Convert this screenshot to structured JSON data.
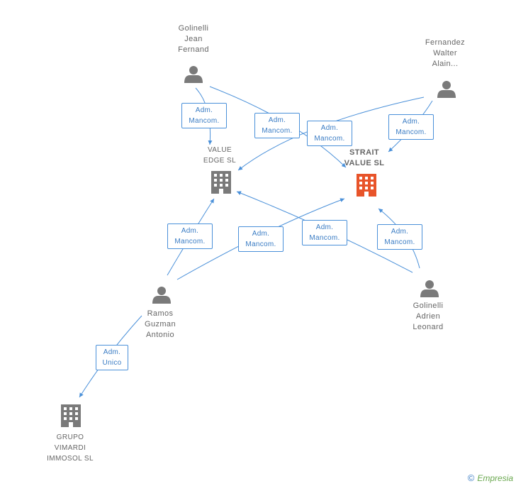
{
  "nodes": {
    "golinelli_jean": {
      "label": "Golinelli\nJean\nFernand"
    },
    "fernandez": {
      "label": "Fernandez\nWalter\nAlain..."
    },
    "value_edge": {
      "label": "VALUE\nEDGE  SL"
    },
    "strait": {
      "label": "STRAIT\nVALUE SL"
    },
    "ramos": {
      "label": "Ramos\nGuzman\nAntonio"
    },
    "golinelli_adrien": {
      "label": "Golinelli\nAdrien\nLeonard"
    },
    "grupo": {
      "label": "GRUPO\nVIMARDI\nIMMOSOL SL"
    }
  },
  "relations": {
    "r1": {
      "line1": "Adm.",
      "line2": "Mancom."
    },
    "r2": {
      "line1": "Adm.",
      "line2": "Mancom."
    },
    "r3": {
      "line1": "Adm.",
      "line2": "Mancom."
    },
    "r4": {
      "line1": "Adm.",
      "line2": "Mancom."
    },
    "r5": {
      "line1": "Adm.",
      "line2": "Mancom."
    },
    "r6": {
      "line1": "Adm.",
      "line2": "Mancom."
    },
    "r7": {
      "line1": "Adm.",
      "line2": "Mancom."
    },
    "r8": {
      "line1": "Adm.",
      "line2": "Mancom."
    },
    "r9": {
      "line1": "Adm.",
      "line2": "Unico"
    }
  },
  "brand": {
    "copyright": "©",
    "name": "Empresia"
  },
  "colors": {
    "edge": "#4a90d9",
    "person": "#7a7a7a",
    "company": "#7a7a7a",
    "highlight": "#e8542a"
  }
}
